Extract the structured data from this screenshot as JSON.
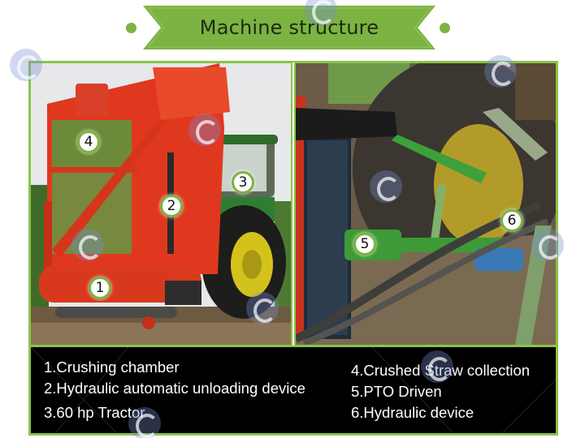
{
  "banner": {
    "title": "Machine structure",
    "ribbon_color": "#7cb342",
    "dot_color": "#7cb342"
  },
  "frame": {
    "border_color": "#8bc34a"
  },
  "photos": {
    "left": {
      "description": "Red straw crusher/collector mounted on green tractor in corn field",
      "badges": [
        {
          "number": "4",
          "label_ref": "Crushed Straw collection"
        },
        {
          "number": "2",
          "label_ref": "Hydraulic automatic unloading device"
        },
        {
          "number": "3",
          "label_ref": "60 hp Tractor"
        },
        {
          "number": "1",
          "label_ref": "Crushing chamber"
        }
      ]
    },
    "right": {
      "description": "Close-up of tractor hitch with PTO shaft and hydraulic hoses",
      "badges": [
        {
          "number": "5",
          "label_ref": "PTO Driven"
        },
        {
          "number": "6",
          "label_ref": "Hydraulic device"
        }
      ]
    }
  },
  "captions": {
    "left": [
      "1.Crushing chamber",
      "2.Hydraulic automatic unloading device",
      "3.60 hp Tractor"
    ],
    "right": [
      "4.Crushed Straw collection",
      "5.PTO Driven",
      "6.Hydraulic device"
    ]
  }
}
